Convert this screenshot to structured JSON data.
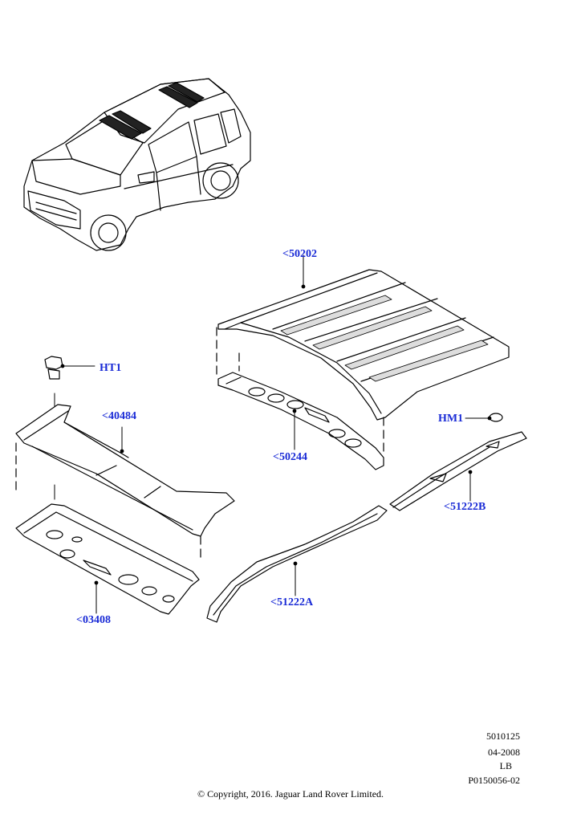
{
  "colors": {
    "callout": "#1a2bd6",
    "line": "#000000",
    "background": "#ffffff"
  },
  "callouts": {
    "roof_panel": "<50202",
    "clip_ht1": "HT1",
    "front_header": "<40484",
    "roof_bow": "<50244",
    "plug_hm1": "HM1",
    "rear_header": "<03408",
    "rail_right": "<51222B",
    "rail_left": "<51222A"
  },
  "meta": {
    "code": "5010125",
    "date": "04-2008",
    "region": "LB",
    "ref": "P0150056-02"
  },
  "copyright": "© Copyright, 2016. Jaguar Land Rover Limited."
}
